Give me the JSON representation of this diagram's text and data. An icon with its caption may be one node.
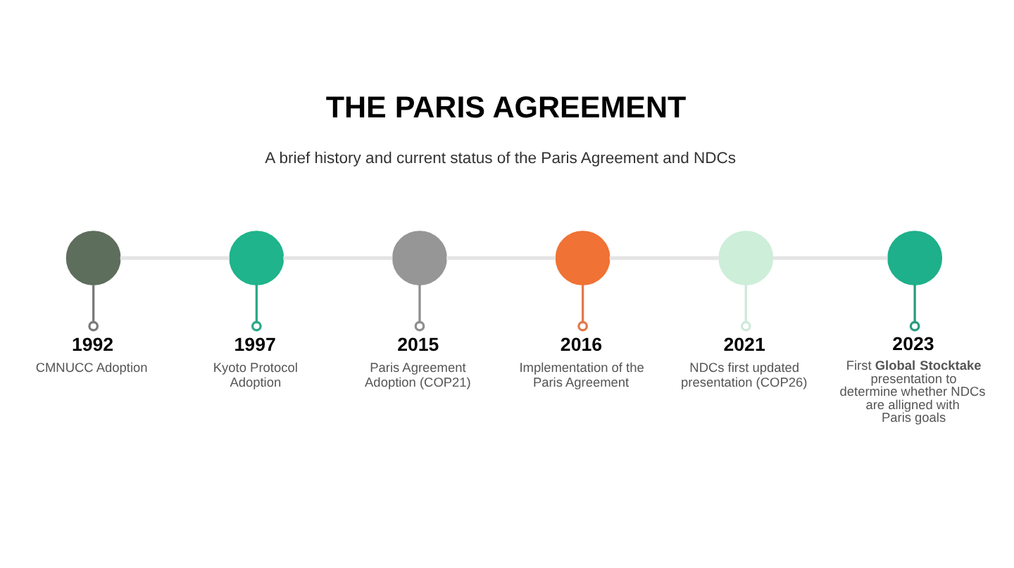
{
  "diagram": {
    "title": "THE PARIS AGREEMENT",
    "nodes": [
      {
        "text": [],
        "shape": "circle"
      },
      {
        "text": [],
        "shape": "circle"
      },
      {
        "text": [],
        "shape": "circle"
      },
      {
        "text": [],
        "shape": "circle"
      },
      {
        "text": [],
        "shape": "circle"
      },
      {
        "text": [],
        "shape": "circle"
      },
      {
        "text": [
          "1992",
          "CMNUCC Adoption"
        ]
      },
      {
        "text": [
          "1997",
          "Kyoto Protocol Adoption"
        ]
      },
      {
        "text": [
          "2015",
          "Paris Agreement Adoption (COP21)"
        ]
      },
      {
        "text": [
          "2016",
          "Implementation of the Paris Agreement"
        ]
      },
      {
        "text": [
          "2021",
          "NDCs first updated presentation (COP26)"
        ]
      },
      {
        "text": [
          "2023",
          "First **Global Stocktake** presentation to determine whether NDCs are alligned with Paris goals"
        ]
      }
    ],
    "edges": [
      {
        "from": 0,
        "to": 1,
        "arrow": "none"
      },
      {
        "from": 1,
        "to": 2,
        "arrow": "none"
      },
      {
        "from": 2,
        "to": 3,
        "arrow": "none"
      },
      {
        "from": 3,
        "to": 4,
        "arrow": "none"
      },
      {
        "from": 4,
        "to": 5,
        "arrow": "none"
      },
      {
        "from": 0,
        "to": 6,
        "arrow": "other",
        "color": "#7a7a7a"
      },
      {
        "from": 1,
        "to": 7,
        "arrow": "other",
        "color": "#2aa887"
      },
      {
        "from": 2,
        "to": 8,
        "arrow": "other",
        "color": "#8e8e8e"
      },
      {
        "from": 3,
        "to": 9,
        "arrow": "other",
        "color": "#e07a4c"
      },
      {
        "from": 4,
        "to": 10,
        "arrow": "other",
        "color": "#cfe9da"
      },
      {
        "from": 5,
        "to": 11,
        "arrow": "other",
        "color": "#2b9c7e"
      }
    ],
    "labels": [
      "A brief history and current status of the Paris Agreement and NDCs"
    ]
  }
}
